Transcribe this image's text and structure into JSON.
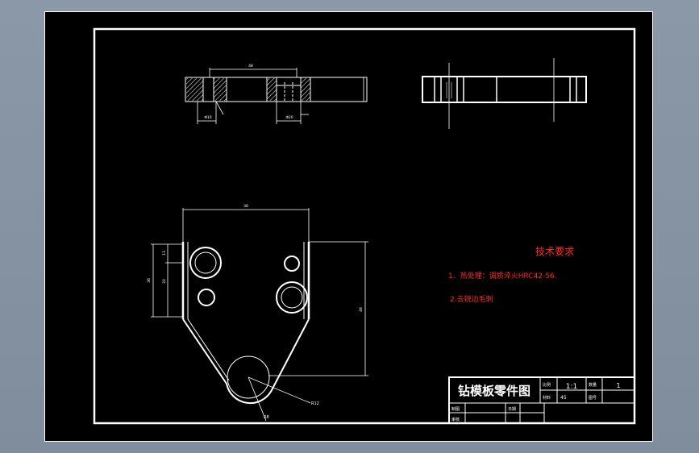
{
  "drawing_title": "钻模板零件图",
  "tech_requirements": {
    "heading": "技术要求",
    "item1": "1、热处理：调质淬火HRC42-56.",
    "item2": "2.去锐边毛刺"
  },
  "title_block": {
    "scale_label": "比例",
    "scale_value": "1:1",
    "count_label": "数量",
    "count_value": "1",
    "material_label": "材料",
    "material_value": "45",
    "drawing_no_label": "图号",
    "designer_label": "制图",
    "reviewer_label": "审核",
    "date_label": "日期"
  },
  "dimensions": {
    "top_width": "48",
    "top_hole_left": "Φ10",
    "top_hole_right": "Φ20",
    "front_width": "38",
    "front_height": "48",
    "left_total": "36",
    "left_upper": "13",
    "left_lower": "20",
    "radius_r": "R12",
    "radius_left": "R8"
  },
  "colors": {
    "line": "#ffffff",
    "notes": "#ff2a2a",
    "sheet": "#000000",
    "background": "#8595a5"
  }
}
